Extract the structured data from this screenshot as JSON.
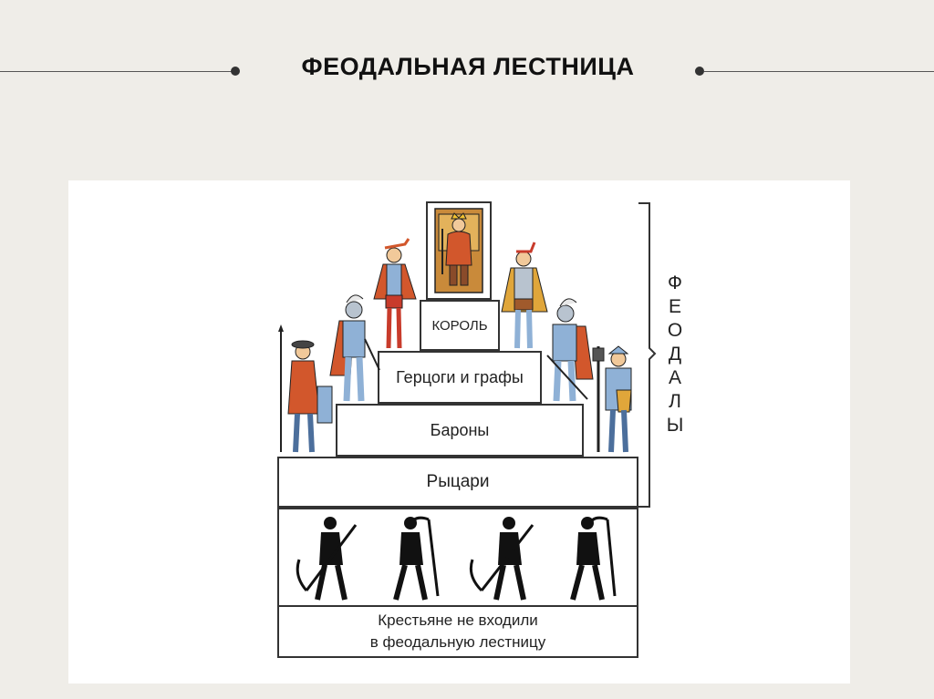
{
  "slide": {
    "title": "ФЕОДАЛЬНАЯ ЛЕСТНИЦА"
  },
  "ladder": {
    "tiers": [
      {
        "label": "КОРОЛЬ"
      },
      {
        "label": "Герцоги и графы"
      },
      {
        "label": "Бароны"
      },
      {
        "label": "Рыцари"
      }
    ],
    "peasants_note": {
      "line1": "Крестьяне не входили",
      "line2": "в феодальную лестницу"
    },
    "bracket_label": [
      "Ф",
      "Е",
      "О",
      "Д",
      "А",
      "Л",
      "Ы"
    ]
  },
  "colors": {
    "cloak_red": "#d2572c",
    "armor_blue": "#8fb1d6",
    "gold": "#e0a63a",
    "outline": "#222222",
    "silhouette": "#111111"
  }
}
